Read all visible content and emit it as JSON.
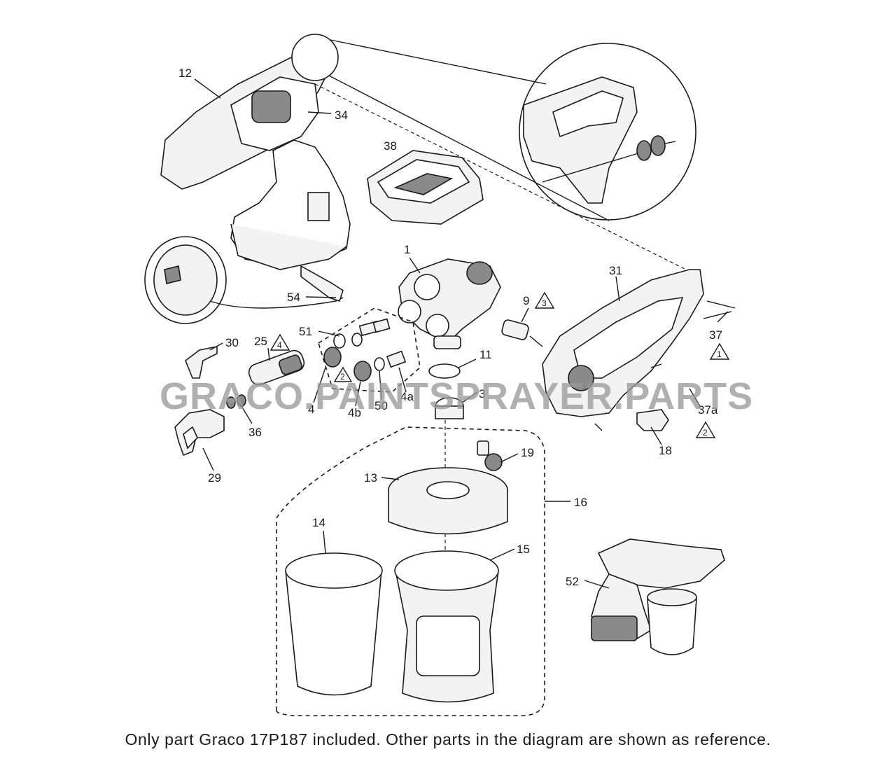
{
  "diagram": {
    "callouts": {
      "p12": "12",
      "p34": "34",
      "p38": "38",
      "p1": "1",
      "p54": "54",
      "p9": "9",
      "p9_tri": "3",
      "p31": "31",
      "p37": "37",
      "p37_tri": "1",
      "p30": "30",
      "p25": "25",
      "p25_tri": "4",
      "p51": "51",
      "p11": "11",
      "p4": "4",
      "p4b": "4b",
      "p50": "50",
      "p4a": "4a",
      "p3": "3",
      "p4_tri": "2",
      "p36": "36",
      "p29": "29",
      "p37a": "37a",
      "p37a_tri": "2",
      "p18": "18",
      "p19": "19",
      "p13": "13",
      "p16": "16",
      "p14": "14",
      "p15": "15",
      "p52": "52"
    },
    "watermark": "GRACO.PAINTSPRAYER.PARTS"
  },
  "footer": {
    "note": "Only part Graco 17P187 included. Other parts in the diagram are shown as reference."
  }
}
